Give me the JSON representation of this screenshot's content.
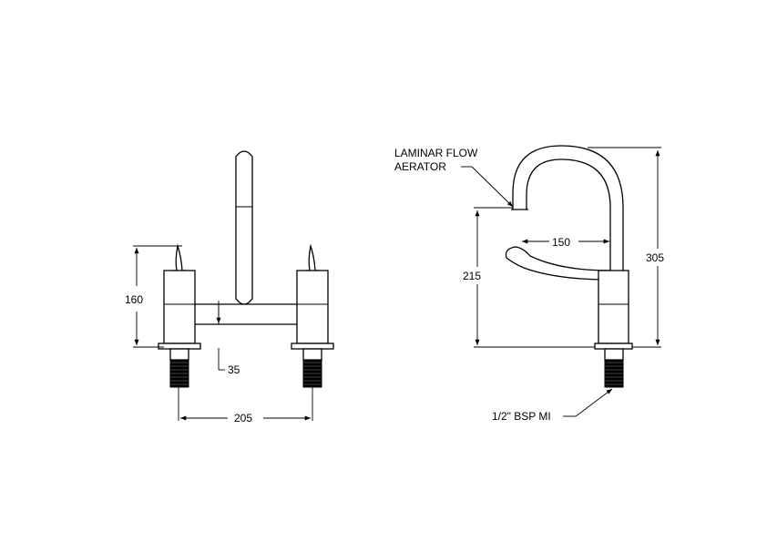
{
  "dimensions": {
    "height_front": "160",
    "spout_drop": "35",
    "centres": "205",
    "spout_reach": "150",
    "spout_height": "215",
    "overall_height": "305"
  },
  "labels": {
    "aerator_line1": "LAMINAR FLOW",
    "aerator_line2": "AERATOR",
    "inlet": "1/2\" BSP MI"
  }
}
